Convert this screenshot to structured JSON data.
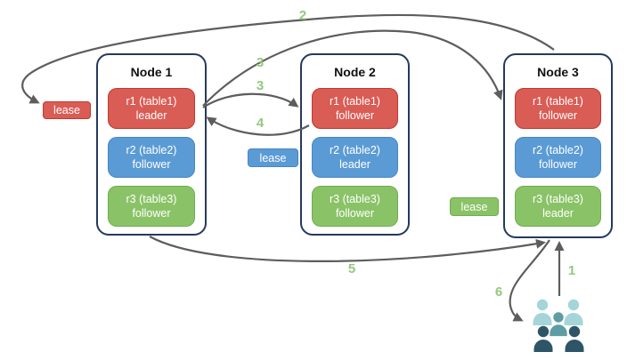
{
  "diagram": {
    "nodes": [
      {
        "title": "Node 1",
        "replicas": [
          {
            "label": "r1 (table1)",
            "role": "leader",
            "color": "#d95c55"
          },
          {
            "label": "r2 (table2)",
            "role": "follower",
            "color": "#5b9bd5"
          },
          {
            "label": "r3 (table3)",
            "role": "follower",
            "color": "#8ac367"
          }
        ]
      },
      {
        "title": "Node 2",
        "replicas": [
          {
            "label": "r1 (table1)",
            "role": "follower",
            "color": "#d95c55"
          },
          {
            "label": "r2 (table2)",
            "role": "leader",
            "color": "#5b9bd5"
          },
          {
            "label": "r3 (table3)",
            "role": "follower",
            "color": "#8ac367"
          }
        ]
      },
      {
        "title": "Node 3",
        "replicas": [
          {
            "label": "r1 (table1)",
            "role": "follower",
            "color": "#d95c55"
          },
          {
            "label": "r2 (table2)",
            "role": "follower",
            "color": "#5b9bd5"
          },
          {
            "label": "r3 (table3)",
            "role": "leader",
            "color": "#8ac367"
          }
        ]
      }
    ],
    "leases": [
      {
        "label": "lease",
        "color": "#d95c55"
      },
      {
        "label": "lease",
        "color": "#5b9bd5"
      },
      {
        "label": "lease",
        "color": "#8ac367"
      }
    ],
    "steps": {
      "s1": "1",
      "s2": "2",
      "s3a": "3",
      "s3b": "3",
      "s4": "4",
      "s5": "5",
      "s6": "6"
    },
    "icons": {
      "users": "users-group-icon"
    },
    "colors": {
      "arrow": "#5d5d5d",
      "step_label": "#92c97c",
      "node_border": "#25395e",
      "red": "#d95c55",
      "blue": "#5b9bd5",
      "green": "#8ac367",
      "users_light": "#a5d5d9",
      "users_medium": "#5f9da5",
      "users_dark": "#2d5567"
    }
  }
}
